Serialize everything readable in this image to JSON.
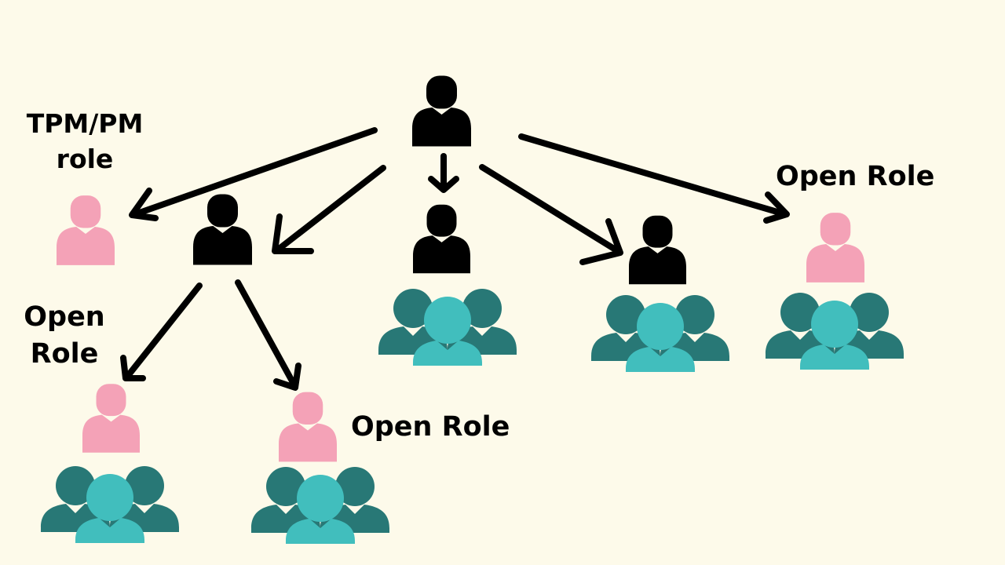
{
  "labels": {
    "tpm_pm_role": "TPM/PM role",
    "open_role_right": "Open Role",
    "open_role_left": "Open Role",
    "open_role_middle": "Open Role"
  },
  "colors": {
    "background": "#fdfaea",
    "filled_role": "#000000",
    "open_role": "#f4a2b7",
    "team_back": "#287876",
    "team_front": "#41bebd",
    "arrow": "#000000"
  },
  "icons": {
    "filled_role": "person-icon",
    "open_role": "person-icon",
    "team": "group-icon"
  }
}
